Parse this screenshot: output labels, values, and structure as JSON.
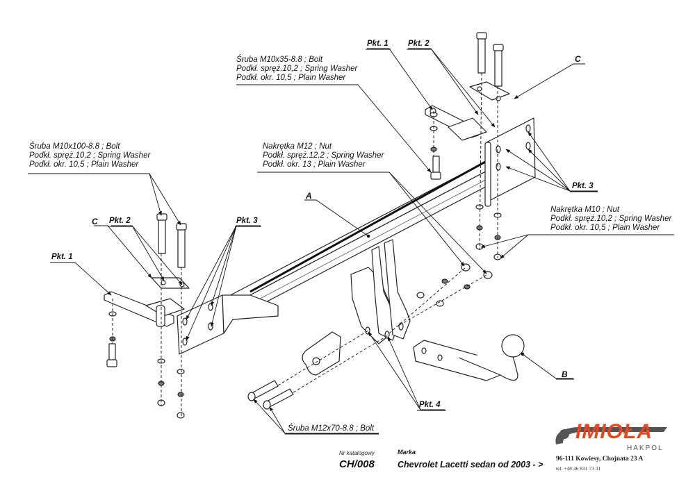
{
  "notes": {
    "top_bolt": [
      "Śruba M10x35-8.8 ;  Bolt",
      "Podkł. spręż.10,2 ; Spring Washer",
      "Podkł. okr. 10,5 ; Plain Washer"
    ],
    "left_bolt": [
      "Śruba M10x100-8.8 ;  Bolt",
      "Podkł. spręż.10,2 ; Spring Washer",
      "Podkł. okr. 10,5 ; Plain Washer"
    ],
    "middle_nut": [
      "Nakrętka  M12 ; Nut",
      "Podkł. spręż.12,2 ; Spring Washer",
      "Podkł. okr. 13 ; Plain Washer"
    ],
    "right_nut": [
      "Nakrętka  M10 ; Nut",
      "Podkł. spręż.10,2 ; Spring Washer",
      "Podkł. okr. 10,5 ; Plain Washer"
    ],
    "bottom_bolt": "Śruba M12x70-8.8 ;  Bolt"
  },
  "labels": {
    "pkt1": "Pkt. 1",
    "pkt2": "Pkt. 2",
    "pkt3": "Pkt. 3",
    "pkt4": "Pkt. 4",
    "A": "A",
    "B": "B",
    "C": "C"
  },
  "footer": {
    "catalog_label": "Nr katalogowy",
    "catalog_number": "CH/008",
    "brand_label": "Marka",
    "vehicle": "Chevrolet Lacetti sedan   od  2003 - >"
  },
  "logo": {
    "name": "IMIOŁA",
    "sub": "HAKPOL",
    "address": "96-111 Kowiesy, Chojnata 23 A",
    "phone": "tel. +48 46 831 73 31",
    "accent_color": "#e8461e"
  }
}
